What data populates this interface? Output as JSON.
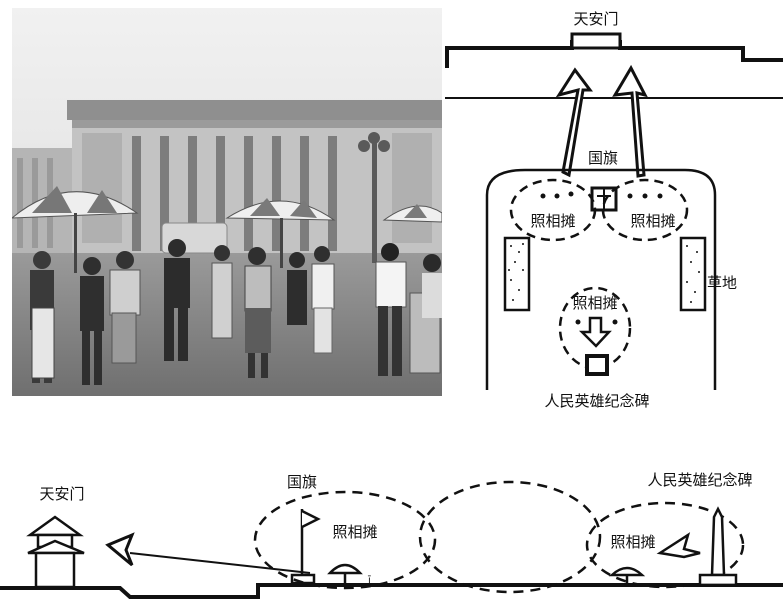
{
  "plan": {
    "gate_label": "天安门",
    "flag_label": "国旗",
    "photo_stall_left": "照相摊",
    "photo_stall_right": "照相摊",
    "photo_stall_center": "照相摊",
    "grass_label": "草地",
    "monument_label": "人民英雄纪念碑"
  },
  "section": {
    "gate_label": "天安门",
    "flag_label": "国旗",
    "photo_stall_left": "照相摊",
    "monument_label": "人民英雄纪念碑",
    "photo_stall_right": "照相摊"
  },
  "colors": {
    "ink": "#111111",
    "sky": "#e9e9e9",
    "ground": "#8a8a8a"
  }
}
